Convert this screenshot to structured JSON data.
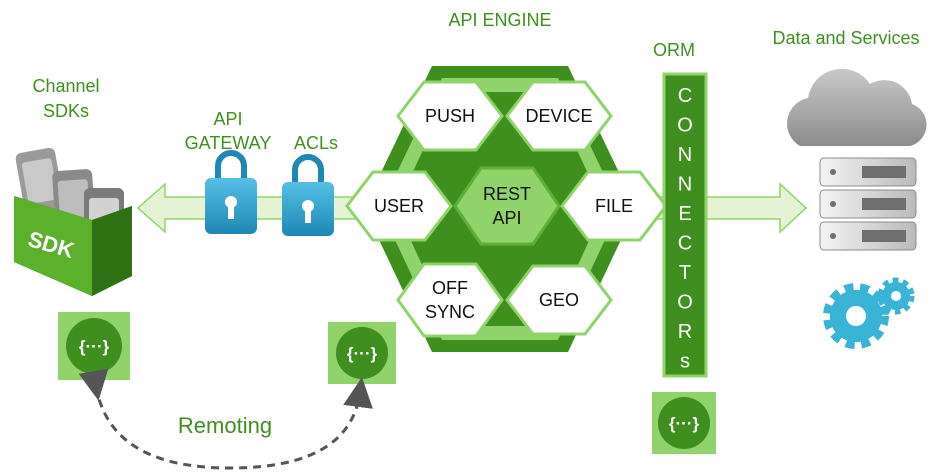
{
  "title": "API ENGINE",
  "labels": {
    "channel_sdks_line1": "Channel",
    "channel_sdks_line2": "SDKs",
    "api_gateway_line1": "API",
    "api_gateway_line2": "GATEWAY",
    "acls": "ACLs",
    "orm": "ORM",
    "data_services": "Data and Services",
    "remoting": "Remoting",
    "sdk_box": "SDK"
  },
  "hexes": {
    "push": [
      "PUSH"
    ],
    "device": [
      "DEVICE"
    ],
    "user": [
      "USER"
    ],
    "rest_api": [
      "REST",
      "API"
    ],
    "file": [
      "FILE"
    ],
    "off_sync": [
      "OFF",
      "SYNC"
    ],
    "geo": [
      "GEO"
    ]
  },
  "connectors_letters": [
    "C",
    "O",
    "N",
    "N",
    "E",
    "C",
    "T",
    "O",
    "R",
    "s"
  ],
  "brace_icon_text": "{···}",
  "colors": {
    "green_label": "#3f8f1f",
    "engine_dark": "#3f8f1f",
    "engine_light": "#8fd36a",
    "center_hex": "#8fd36a",
    "arrow_fill": "#e3f3d3",
    "lock_blue": "#35a4cf",
    "gear_blue": "#3ab4d6"
  },
  "icons": [
    "padlock-icon",
    "cloud-icon",
    "server-icon",
    "gears-icon",
    "json-brace-icon",
    "device-stack-icon"
  ]
}
